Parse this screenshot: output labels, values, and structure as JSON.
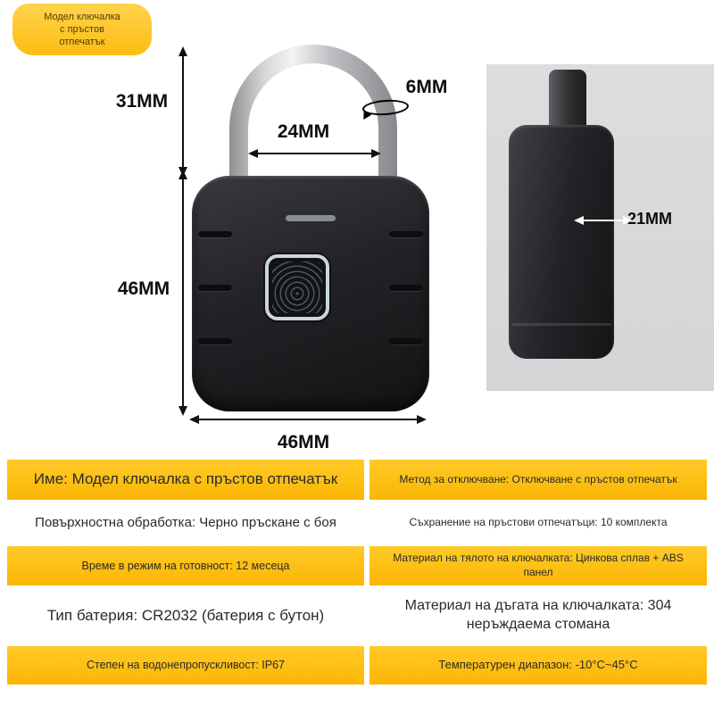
{
  "badge": {
    "line1": "Модел ключалка",
    "line2": "с пръстов",
    "line3": "отпечатък"
  },
  "dimensions": {
    "shackle_height": "31MM",
    "shackle_inner_width": "24MM",
    "shackle_diameter": "6MM",
    "body_height": "46MM",
    "body_width": "46MM",
    "body_depth": "21MM"
  },
  "colors": {
    "accent_yellow": "#fcbd11",
    "lock_black": "#1d1d20",
    "photo_background": "#d8d9db"
  },
  "icons": {
    "fingerprint_sensor": "fingerprint-sensor-icon",
    "rotation_arrow": "rotation-arrow-icon"
  },
  "spec_table": {
    "rows": [
      {
        "left": "Име: Модел ключалка с пръстов отпечатък",
        "right": "Метод за отключване: Отключване с пръстов отпечатък"
      },
      {
        "left": "Повърхностна обработка: Черно пръскане с боя",
        "right": "Съхранение на пръстови отпечатъци: 10 комплекта"
      },
      {
        "left": "Време в режим на готовност: 12 месеца",
        "right": "Материал на тялото на ключалката: Цинкова сплав + ABS панел"
      },
      {
        "left": "Тип батерия: CR2032 (батерия с бутон)",
        "right": "Материал на дъгата на ключалката: 304 неръждаема стомана"
      },
      {
        "left": "Степен на водонепропускливост: IP67",
        "right": "Температурен диапазон: -10°C~45°C"
      }
    ]
  }
}
